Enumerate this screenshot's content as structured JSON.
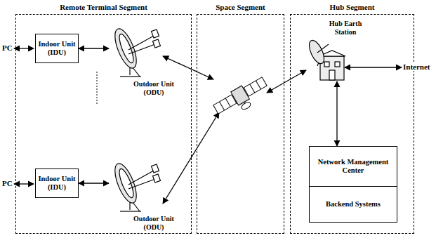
{
  "diagram": {
    "nodes": [
      {
        "text": [
          "Remote Terminal Segment"
        ]
      },
      {
        "text": [
          "Indoor Unit (IDU)"
        ],
        "in": 0
      },
      {
        "text": [
          "Outdoor Unit (ODU)"
        ],
        "in": 0
      },
      {
        "text": [
          "Indoor Unit (IDU)"
        ],
        "in": 0
      },
      {
        "text": [
          "Outdoor Unit (ODU)"
        ],
        "in": 0
      },
      {
        "text": [
          "Space Segment"
        ]
      },
      {
        "text": [
          "Hub Segment"
        ]
      },
      {
        "text": [
          "Hub Earth Station"
        ],
        "in": 6
      },
      {
        "text": [
          "Network Management Center"
        ],
        "in": 6
      },
      {
        "text": [
          "Backend Systems"
        ],
        "in": 6
      }
    ],
    "edges": [
      {
        "from": 1,
        "to": 2,
        "arrow": "both"
      },
      {
        "from": 3,
        "to": 4,
        "arrow": "both"
      },
      {
        "from": 7,
        "to": 8,
        "arrow": "both"
      }
    ],
    "labels": [
      "PC",
      "PC",
      "Internet"
    ]
  }
}
